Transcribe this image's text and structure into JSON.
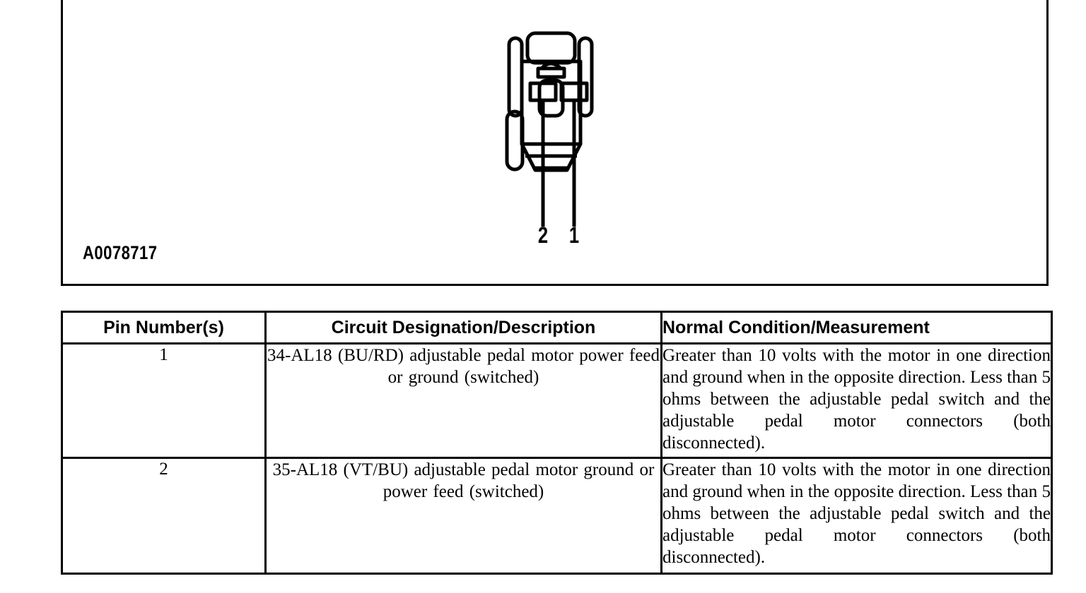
{
  "diagram": {
    "image_id": "A0078717",
    "connector": {
      "name": "adjustable-pedal-motor-connector",
      "pin_count": 2,
      "pin_labels": [
        "2",
        "1"
      ]
    }
  },
  "table": {
    "headers": [
      "Pin Number(s)",
      "Circuit Designation/Description",
      "Normal Condition/Measurement"
    ],
    "rows": [
      {
        "pin": "1",
        "description": "34-AL18 (BU/RD) adjustable pedal motor power feed or ground (switched)",
        "measurement": "Greater than 10 volts with the motor in one direction and ground when in the opposite direction. Less than 5 ohms between the adjustable pedal switch and the adjustable pedal motor connectors (both disconnected)."
      },
      {
        "pin": "2",
        "description": "35-AL18 (VT/BU) adjustable pedal motor ground or power feed (switched)",
        "measurement": "Greater than 10 volts with the motor in one direction and ground when in the opposite direction. Less than 5 ohms between the adjustable pedal switch and the adjustable pedal motor connectors (both disconnected)."
      }
    ]
  },
  "colors": {
    "ink": "#000000",
    "background": "#ffffff"
  }
}
